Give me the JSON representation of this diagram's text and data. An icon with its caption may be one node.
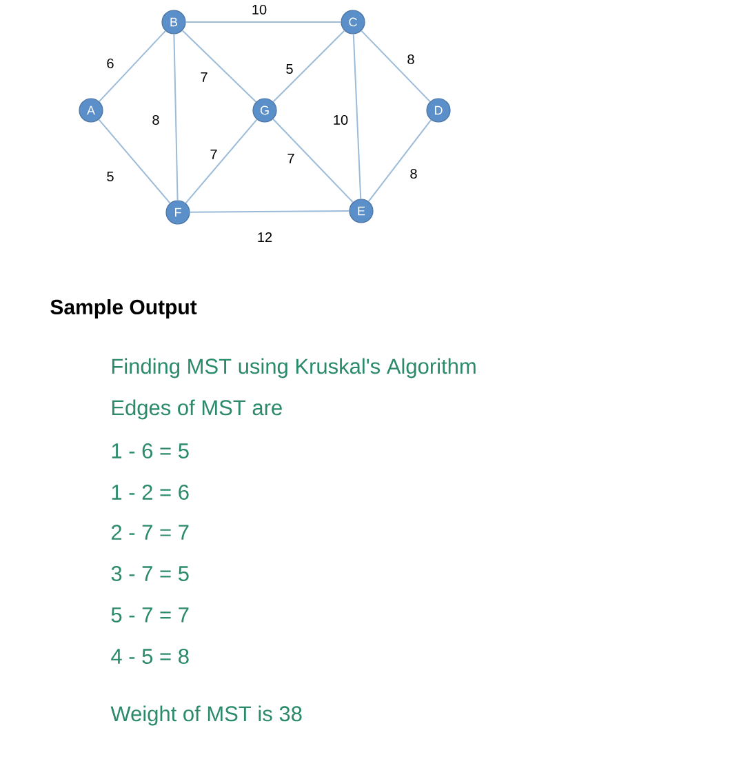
{
  "diagram": {
    "title": "Sample Output",
    "nodes": [
      {
        "text": [
          "A"
        ]
      },
      {
        "text": [
          "B"
        ]
      },
      {
        "text": [
          "C"
        ]
      },
      {
        "text": [
          "D"
        ]
      },
      {
        "text": [
          "E"
        ]
      },
      {
        "text": [
          "F"
        ]
      },
      {
        "text": [
          "G"
        ]
      }
    ],
    "edges": [
      {
        "from": 0,
        "to": 1,
        "arrow": "none",
        "label": "6"
      },
      {
        "from": 0,
        "to": 5,
        "arrow": "none",
        "label": "5"
      },
      {
        "from": 1,
        "to": 5,
        "arrow": "none",
        "label": "8"
      },
      {
        "from": 1,
        "to": 6,
        "arrow": "none",
        "label": "7"
      },
      {
        "from": 1,
        "to": 2,
        "arrow": "none",
        "label": "10"
      },
      {
        "from": 2,
        "to": 6,
        "arrow": "none",
        "label": "5"
      },
      {
        "from": 2,
        "to": 4,
        "arrow": "none",
        "label": "10"
      },
      {
        "from": 2,
        "to": 3,
        "arrow": "none",
        "label": "8"
      },
      {
        "from": 3,
        "to": 4,
        "arrow": "none",
        "label": "8"
      },
      {
        "from": 6,
        "to": 5,
        "arrow": "none",
        "label": "7"
      },
      {
        "from": 6,
        "to": 4,
        "arrow": "none",
        "label": "7"
      },
      {
        "from": 5,
        "to": 4,
        "arrow": "none",
        "label": "12"
      }
    ],
    "labels": [
      "Finding MST using Kruskal's Algorithm",
      "Edges of MST are",
      "1 - 6 =  5",
      "1 - 2 =  6",
      "2 - 7 =  7",
      "3 - 7 =  5",
      "5 - 7 =  7",
      "4 - 5 =  8",
      "Weight of MST is 38"
    ]
  }
}
